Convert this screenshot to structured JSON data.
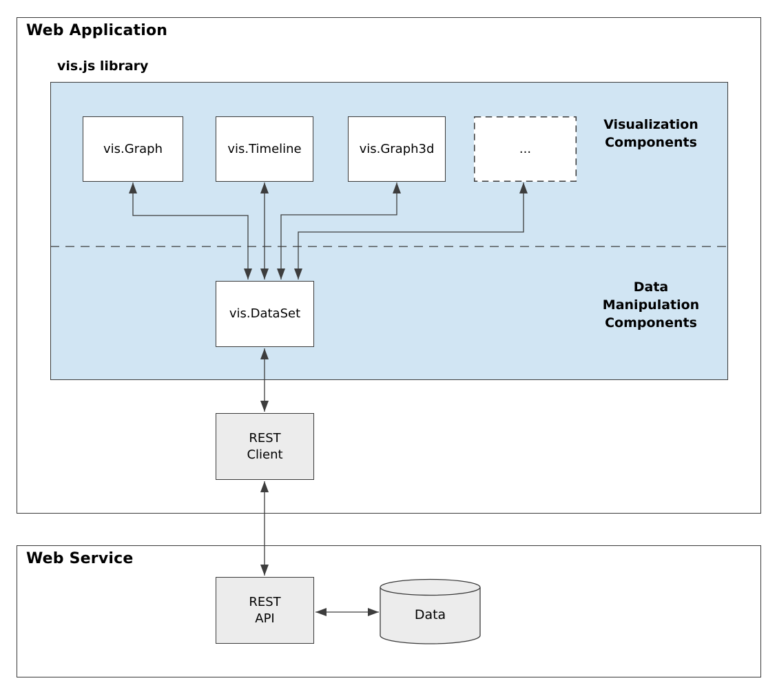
{
  "colors": {
    "page_bg": "#ffffff",
    "library_fill": "#d1e5f3",
    "component_fill": "#ffffff",
    "rest_fill": "#ececec",
    "border": "#383838",
    "line": "#3d3d3d",
    "text": "#000000"
  },
  "web_application": {
    "title": "Web Application",
    "library": {
      "title": "vis.js library",
      "sections": [
        {
          "name": "visualization",
          "label": "Visualization\nComponents"
        },
        {
          "name": "data_manipulation",
          "label": "Data\nManipulation\nComponents"
        }
      ],
      "visualization_boxes": [
        {
          "label": "vis.Graph"
        },
        {
          "label": "vis.Timeline"
        },
        {
          "label": "vis.Graph3d"
        },
        {
          "label": "..."
        }
      ],
      "dataset_box": {
        "label": "vis.DataSet"
      }
    },
    "rest_client": {
      "label": "REST\nClient"
    }
  },
  "web_service": {
    "title": "Web Service",
    "rest_api": {
      "label": "REST\nAPI"
    },
    "data_store": {
      "label": "Data"
    }
  },
  "connections": [
    {
      "from": "vis.Graph",
      "to": "vis.DataSet",
      "bidirectional": true
    },
    {
      "from": "vis.Timeline",
      "to": "vis.DataSet",
      "bidirectional": true
    },
    {
      "from": "vis.Graph3d",
      "to": "vis.DataSet",
      "bidirectional": true
    },
    {
      "from": "...",
      "to": "vis.DataSet",
      "bidirectional": true
    },
    {
      "from": "vis.DataSet",
      "to": "REST Client",
      "bidirectional": true
    },
    {
      "from": "REST Client",
      "to": "REST API",
      "bidirectional": true
    },
    {
      "from": "REST API",
      "to": "Data",
      "bidirectional": true
    }
  ]
}
